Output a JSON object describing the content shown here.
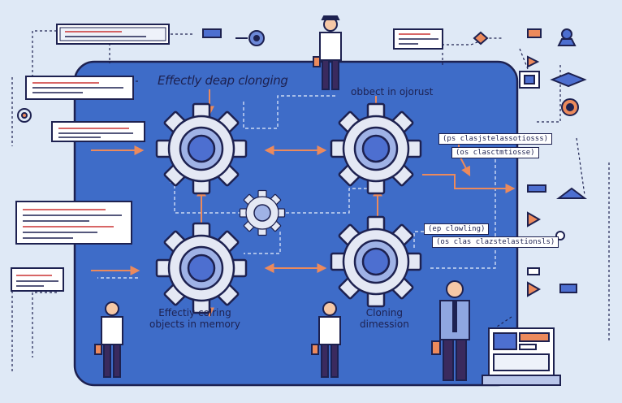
{
  "labels": {
    "top_title": "Effectly deap clonging",
    "top_right": "obbect in ojorust",
    "bottom_left_line1": "Effectiy colring",
    "bottom_left_line2": "objects in memory",
    "bottom_right_line1": "Cloning",
    "bottom_right_line2": "dimession"
  },
  "tags": {
    "tag1": "(ps clasjstelassotiosss)",
    "tag2": "(os clasctmtiosse)",
    "tag3": "(ep clowling)",
    "tag4": "(os clas clazstelastionsls)"
  },
  "colors": {
    "background": "#dfe9f6",
    "board": "#3e6cc8",
    "outline": "#1d2150",
    "arrow": "#ec8a5c",
    "gear_fill": "#e4e8f4"
  }
}
